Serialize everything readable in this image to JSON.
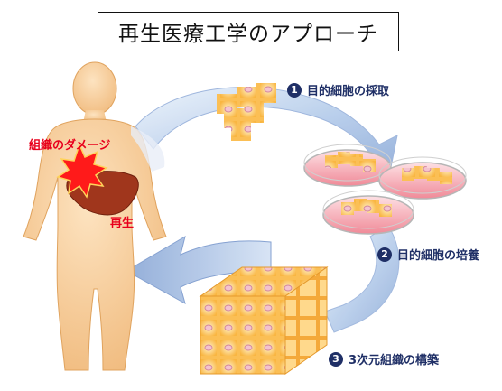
{
  "title": "再生医療工学のアプローチ",
  "steps": [
    {
      "num": "1",
      "label": "目的細胞の採取"
    },
    {
      "num": "2",
      "label": "目的細胞の培養"
    },
    {
      "num": "3",
      "label": "3次元組織の構築"
    }
  ],
  "body_labels": {
    "damage": "組織のダメージ",
    "regeneration": "再生"
  },
  "colors": {
    "arrow": "#a9c3e6",
    "arrow_edge": "#6f8fc0",
    "skin": "#f3c795",
    "cell": "#ffd37a",
    "dish_medium": "#f5a0aa",
    "damage": "#ff1a1a",
    "organ": "#a8361a",
    "step_text": "#1f2f66"
  }
}
